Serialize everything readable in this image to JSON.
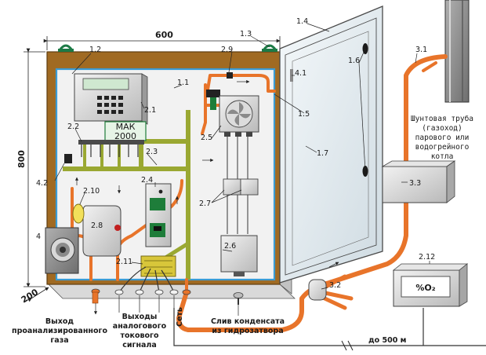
{
  "dimensions": {
    "width": "600",
    "height": "800",
    "depth": "200"
  },
  "labels": {
    "l_1_1": "1.1",
    "l_1_2": "1.2",
    "l_1_3": "1.3",
    "l_1_4": "1.4",
    "l_1_5": "1.5",
    "l_1_6": "1.6",
    "l_1_7": "1.7",
    "l_2_1": "2.1",
    "l_2_2": "2.2",
    "l_2_3": "2.3",
    "l_2_4": "2.4",
    "l_2_5": "2.5",
    "l_2_6": "2.6",
    "l_2_7": "2.7",
    "l_2_8": "2.8",
    "l_2_9": "2.9",
    "l_2_10": "2.10",
    "l_2_11": "2.11",
    "l_2_12": "2.12",
    "l_3_1": "3.1",
    "l_3_2": "3.2",
    "l_3_3": "3.3",
    "l_4": "4",
    "l_4_1": "4.1",
    "l_4_2": "4.2"
  },
  "display": {
    "line1": "МАК",
    "line2": "2000"
  },
  "sensor_display": "%O₂",
  "captions": {
    "pipe": [
      "Шунтовая труба",
      "(газоход)",
      "парового или",
      "водогрейного",
      "котла"
    ],
    "exhaust": [
      "Выход",
      "проанализированного",
      "газа"
    ],
    "outputs": [
      "Выходы",
      "аналогового",
      "токового",
      "сигнала"
    ],
    "mains": "Сеть",
    "drain": [
      "Слив конденсата",
      "из гидрозатвора"
    ],
    "distance": "до 500 м"
  },
  "colors": {
    "frame_wood": "#a06a22",
    "panel_interior": "#f2f2f2",
    "panel_border": "#3a9bd4",
    "gas_pipe": "#e8742a",
    "air_line": "#9aa832",
    "door": "#e6eef3"
  }
}
